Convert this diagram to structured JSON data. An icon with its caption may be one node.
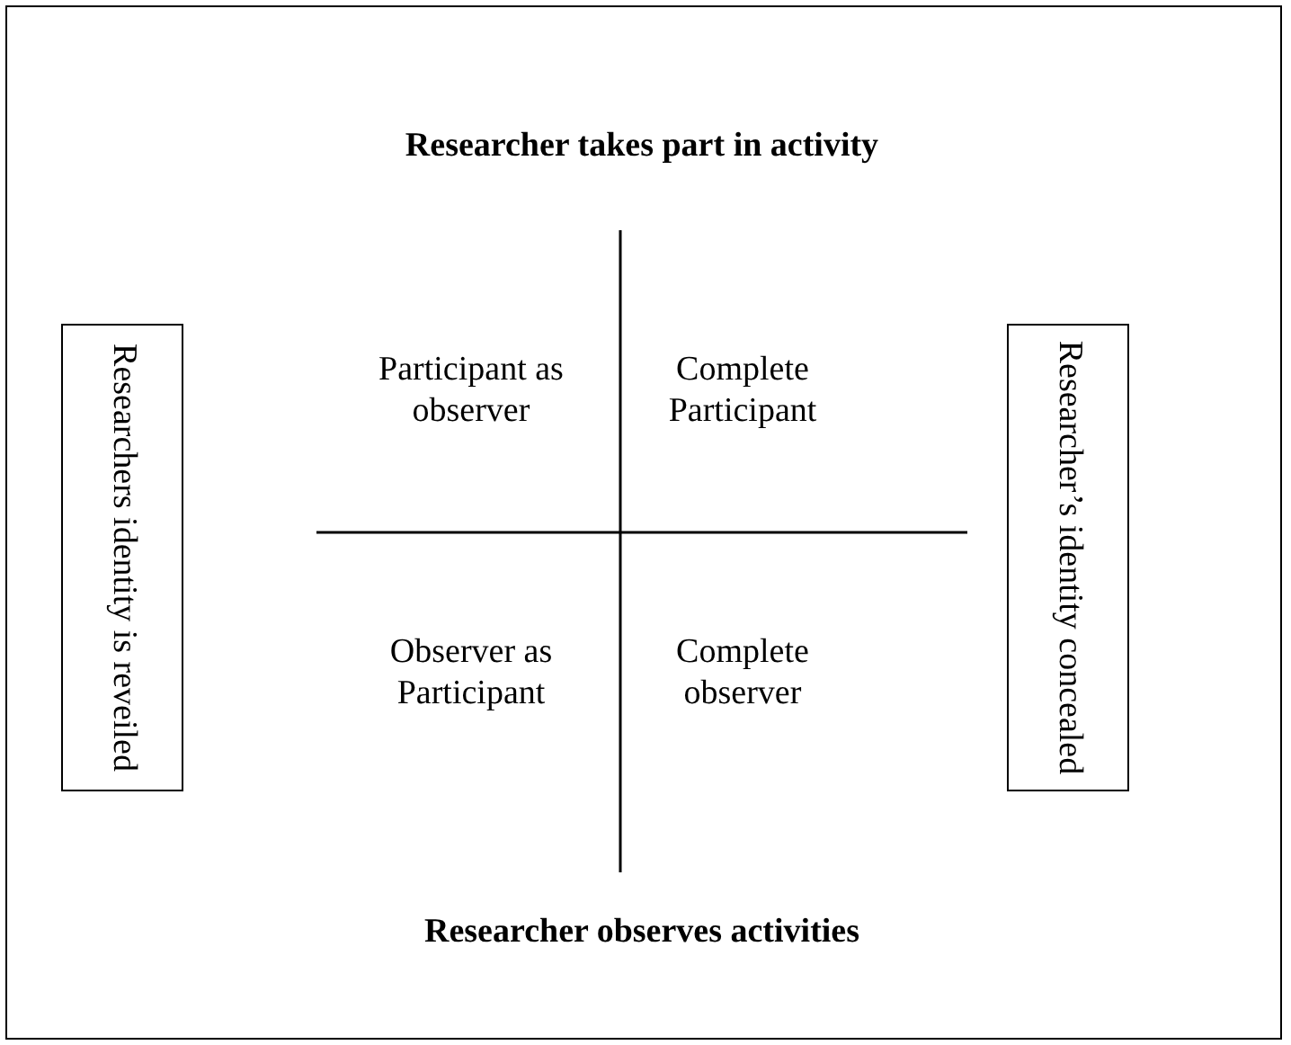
{
  "diagram": {
    "nodes": [
      {
        "text": [
          "Researchers identity is reveiled"
        ]
      },
      {
        "text": [
          "Researcher’s identity concealed"
        ]
      }
    ],
    "labels": [
      "Researcher takes part in activity",
      "Participant as observer",
      "Complete Participant",
      "Observer as Participant",
      "Complete observer",
      "Researcher observes activities"
    ]
  }
}
